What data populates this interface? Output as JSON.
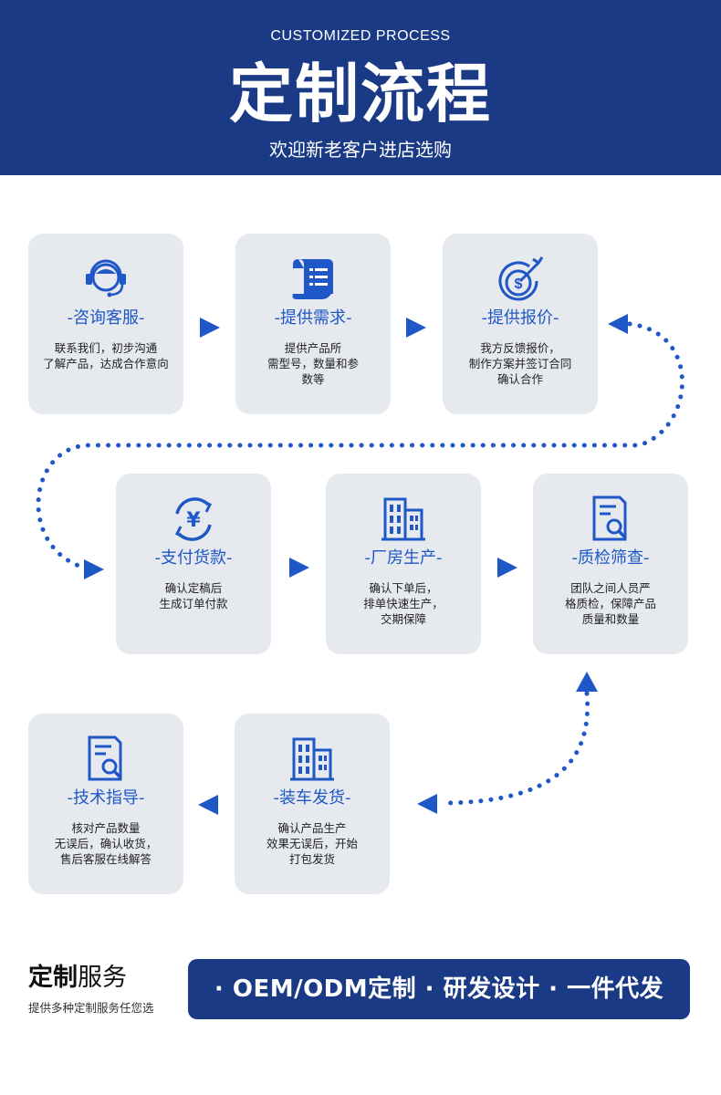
{
  "header": {
    "sub_en": "CUSTOMIZED PROCESS",
    "title": "定制流程",
    "subtitle": "欢迎新老客户进店选购"
  },
  "steps": [
    {
      "title": "-咨询客服-",
      "desc": "联系我们，初步沟通\n了解产品，达成合作意向",
      "icon": "headset-agent-icon"
    },
    {
      "title": "-提供需求-",
      "desc": "提供产品所\n需型号，数量和参\n数等",
      "icon": "scroll-document-icon"
    },
    {
      "title": "-提供报价-",
      "desc": "我方反馈报价，\n制作方案并签订合同\n确认合作",
      "icon": "target-dollar-icon"
    },
    {
      "title": "-支付货款-",
      "desc": "确认定稿后\n生成订单付款",
      "icon": "yen-exchange-icon"
    },
    {
      "title": "-厂房生产-",
      "desc": "确认下单后，\n排单快速生产，\n交期保障",
      "icon": "building-icon"
    },
    {
      "title": "-质检筛查-",
      "desc": "团队之间人员严\n格质检，保障产品\n质量和数量",
      "icon": "document-search-icon"
    },
    {
      "title": "-技术指导-",
      "desc": "核对产品数量\n无误后，确认收货，\n售后客服在线解答",
      "icon": "document-search-icon"
    },
    {
      "title": "-装车发货-",
      "desc": "确认产品生产\n效果无误后，开始\n打包发货",
      "icon": "building-icon"
    }
  ],
  "footer": {
    "title_bold": "定制",
    "title_light": "服务",
    "title_rest": "务",
    "subtitle": "提供多种定制服务任您选",
    "pill": "· OEM/ODM定制 · 研发设计 · 一件代发"
  },
  "colors": {
    "navy": "#1a3a85",
    "accent": "#1f57c7",
    "card": "#e6e9ee"
  }
}
